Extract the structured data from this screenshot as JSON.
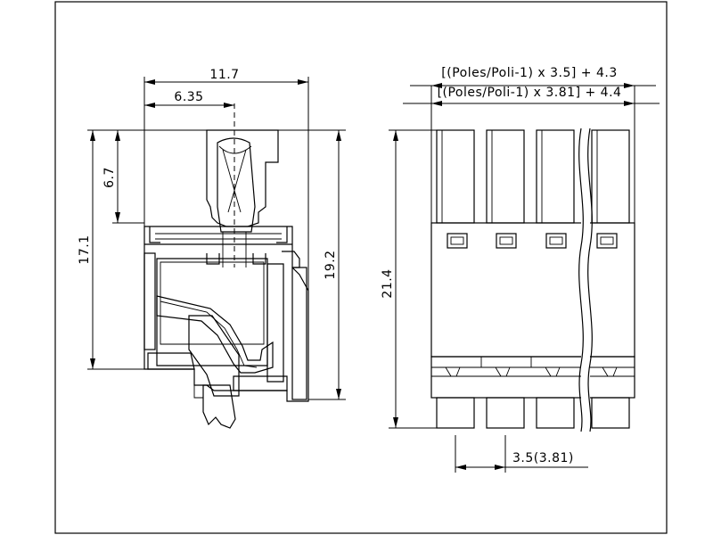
{
  "side_view": {
    "width_overall": "11.7",
    "width_to_center": "6.35",
    "height_upper": "6.7",
    "height_body": "17.1",
    "height_total": "19.2"
  },
  "front_view": {
    "formula_35": "[(Poles/Poli-1) x 3.5] + 4.3",
    "formula_381": "[(Poles/Poli-1) x 3.81] + 4.4",
    "height": "21.4",
    "pitch": "3.5(3.81)"
  }
}
